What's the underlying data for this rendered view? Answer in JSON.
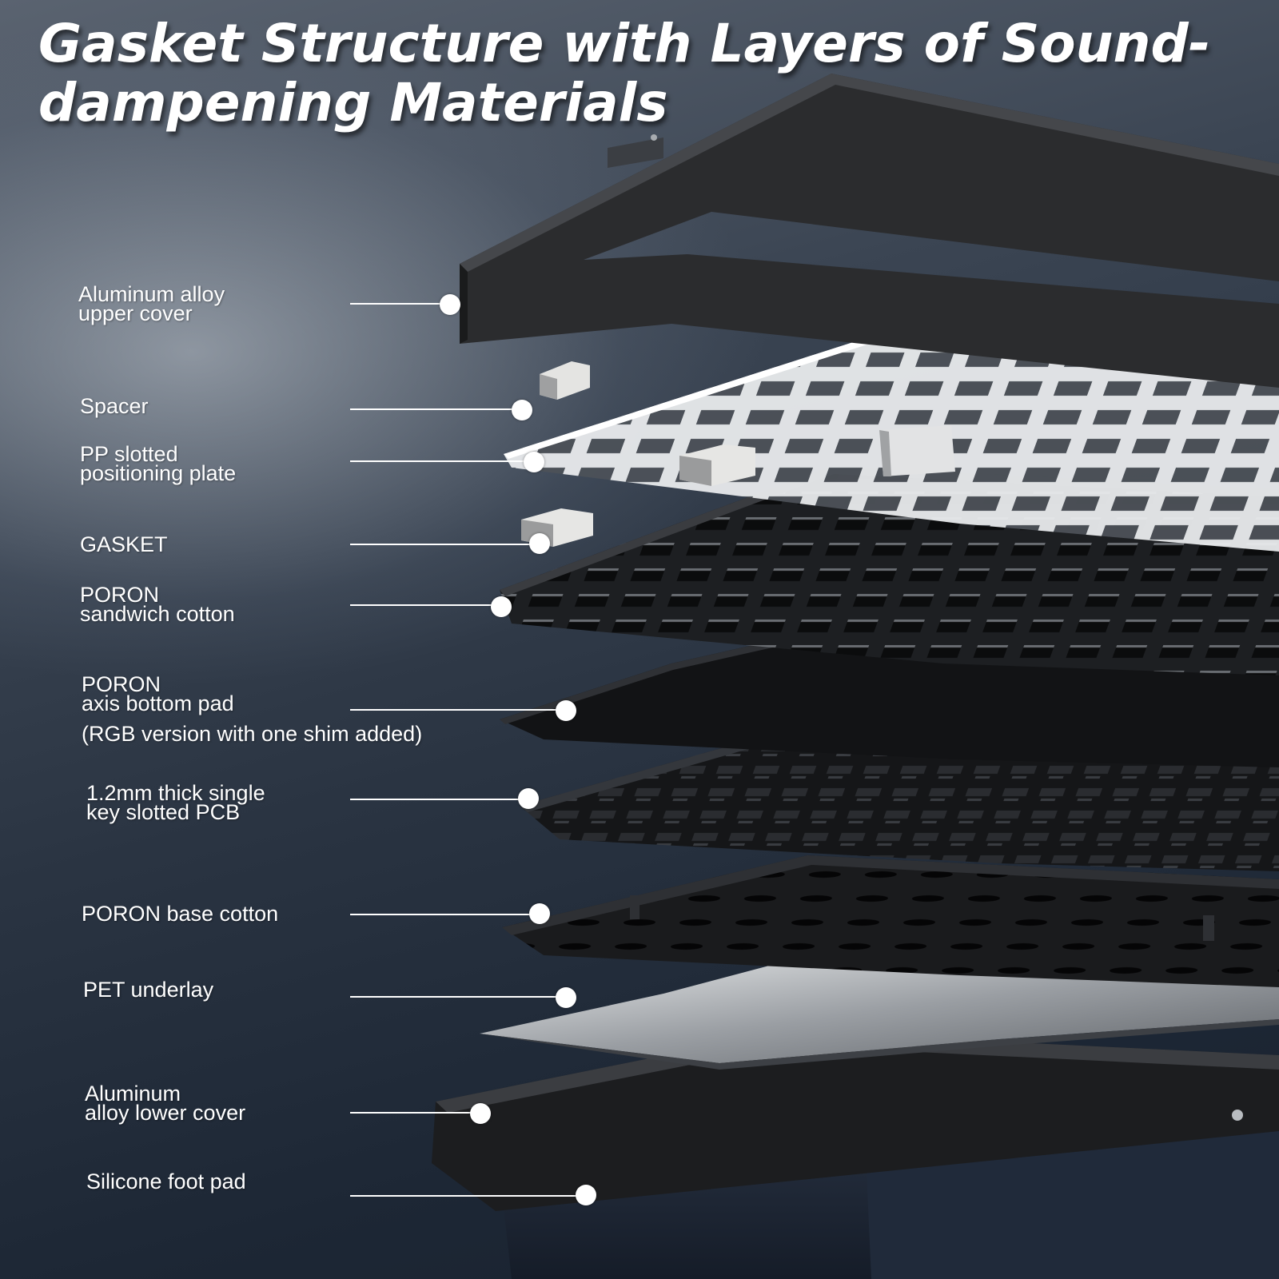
{
  "title": "Gasket Structure with Layers of Sound-dampening Materials",
  "components": [
    {
      "id": "upper-cover",
      "lines": [
        "Aluminum alloy",
        "upper cover"
      ]
    },
    {
      "id": "spacer",
      "lines": [
        "Spacer"
      ]
    },
    {
      "id": "pp-plate",
      "lines": [
        "PP slotted",
        "positioning plate"
      ]
    },
    {
      "id": "gasket",
      "lines": [
        "GASKET"
      ]
    },
    {
      "id": "poron-sandwich",
      "lines": [
        "PORON",
        "sandwich cotton"
      ]
    },
    {
      "id": "poron-axis-pad",
      "lines": [
        "PORON",
        "axis bottom pad"
      ],
      "note": "(RGB version with one shim added)"
    },
    {
      "id": "pcb",
      "lines": [
        "1.2mm thick single",
        "key slotted PCB"
      ]
    },
    {
      "id": "poron-base",
      "lines": [
        "PORON base cotton"
      ]
    },
    {
      "id": "pet-underlay",
      "lines": [
        "PET underlay"
      ]
    },
    {
      "id": "lower-cover",
      "lines": [
        "Aluminum",
        "alloy lower cover"
      ]
    },
    {
      "id": "foot-pad",
      "lines": [
        "Silicone foot pad"
      ]
    }
  ]
}
